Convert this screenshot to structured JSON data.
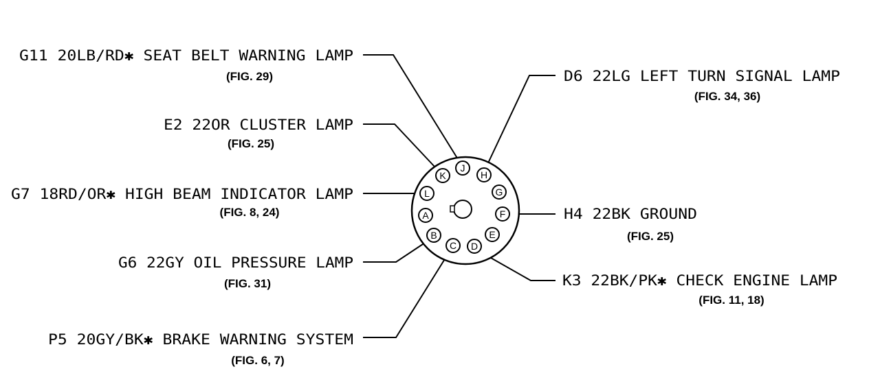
{
  "left_labels": [
    {
      "id": "seat-belt",
      "label": "G11 20LB/RD✱ SEAT BELT WARNING LAMP",
      "fig": "(FIG. 29)"
    },
    {
      "id": "cluster",
      "label": "E2 22OR CLUSTER LAMP",
      "fig": "(FIG. 25)"
    },
    {
      "id": "high-beam",
      "label": "G7 18RD/OR✱ HIGH BEAM INDICATOR LAMP",
      "fig": "(FIG. 8, 24)"
    },
    {
      "id": "oil-pressure",
      "label": "G6 22GY OIL PRESSURE LAMP",
      "fig": "(FIG. 31)"
    },
    {
      "id": "brake-warning",
      "label": "P5 20GY/BK✱ BRAKE WARNING SYSTEM",
      "fig": "(FIG. 6, 7)"
    }
  ],
  "right_labels": [
    {
      "id": "left-turn",
      "label": "D6 22LG LEFT TURN SIGNAL LAMP",
      "fig": "(FIG. 34, 36)"
    },
    {
      "id": "ground",
      "label": "H4 22BK GROUND",
      "fig": "(FIG. 25)"
    },
    {
      "id": "check-engine",
      "label": "K3 22BK/PK✱ CHECK ENGINE LAMP",
      "fig": "(FIG. 11, 18)"
    }
  ],
  "connector": {
    "pins": [
      "J",
      "H",
      "G",
      "F",
      "E",
      "D",
      "C",
      "B",
      "A",
      "L",
      "K"
    ]
  }
}
